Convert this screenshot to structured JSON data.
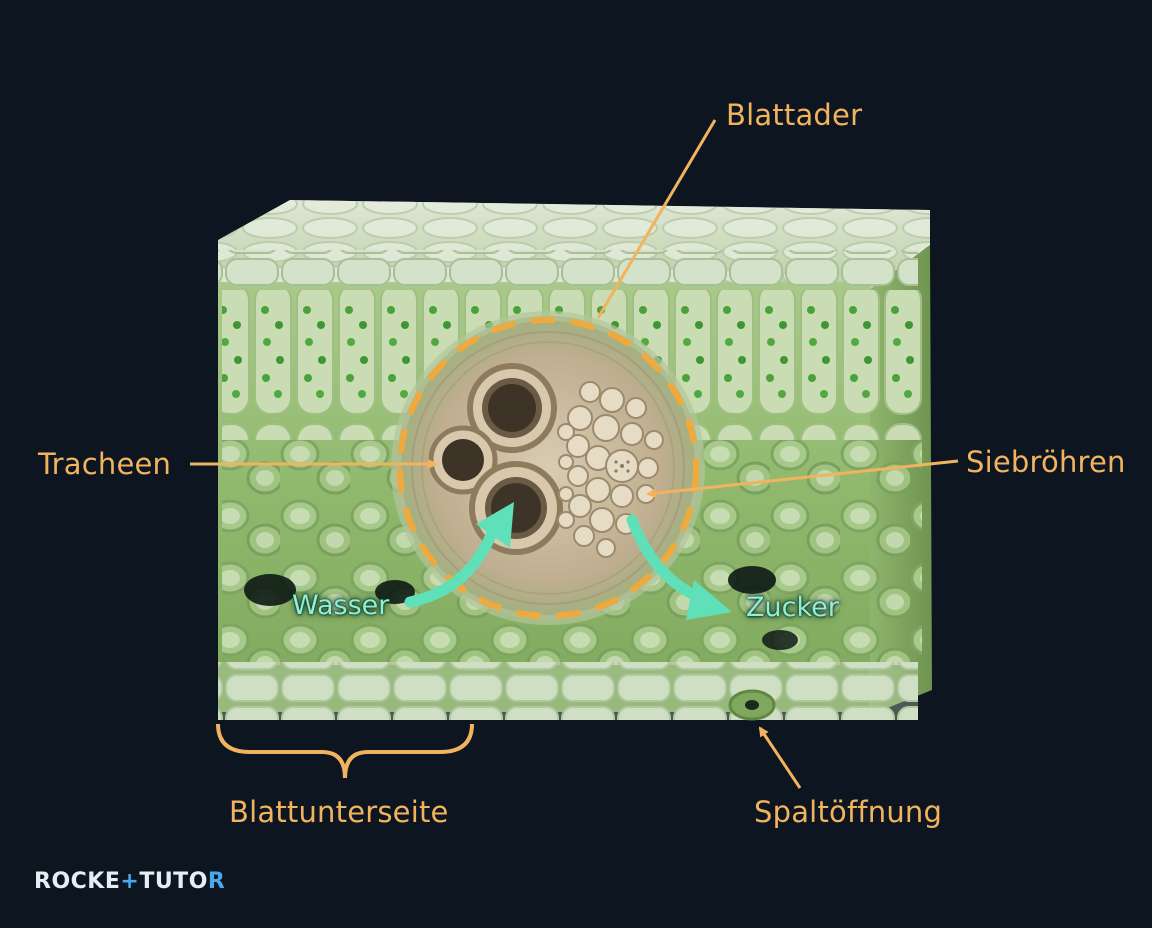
{
  "labels": {
    "blattader": "Blattader",
    "tracheen": "Tracheen",
    "siebroehren": "Siebröhren",
    "wasser": "Wasser",
    "zucker": "Zucker",
    "blattunterseite": "Blattunterseite",
    "spaltoeffnung": "Spaltöffnung"
  },
  "brand": {
    "part1": "ROCKE",
    "plus": "+",
    "part2": "TUTO",
    "part3": "R"
  },
  "colors": {
    "background": "#0c1520",
    "label": "#f2b35e",
    "flow": "#5fe0b8",
    "leaf_cells": "#8fbf6a",
    "vein_tissue": "#cdbba0"
  }
}
